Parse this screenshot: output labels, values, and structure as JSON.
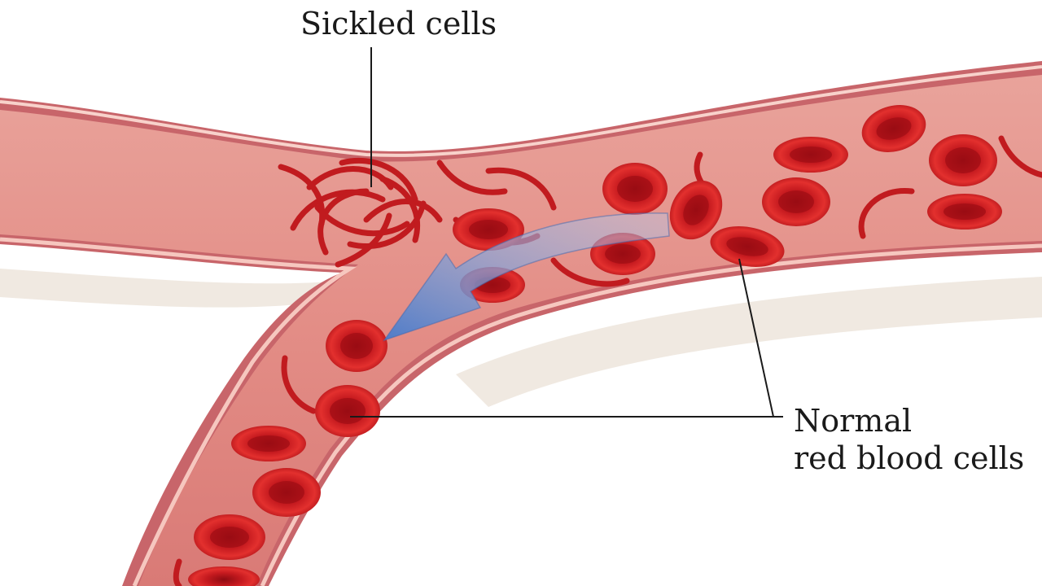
{
  "labels": {
    "sickled_cells": "Sickled cells",
    "normal_line1": "Normal",
    "normal_line2": "red blood cells"
  },
  "colors": {
    "background": "#ffffff",
    "vessel_wall": "#c9656a",
    "vessel_lumen": "#e08a86",
    "vessel_highlight": "#f4c0b8",
    "cell_fill": "#d61f1f",
    "cell_center": "#a80f14",
    "arrow": "#6f97d6",
    "leader_line": "#1a1a1a",
    "shadow": "#e6ddd2"
  }
}
